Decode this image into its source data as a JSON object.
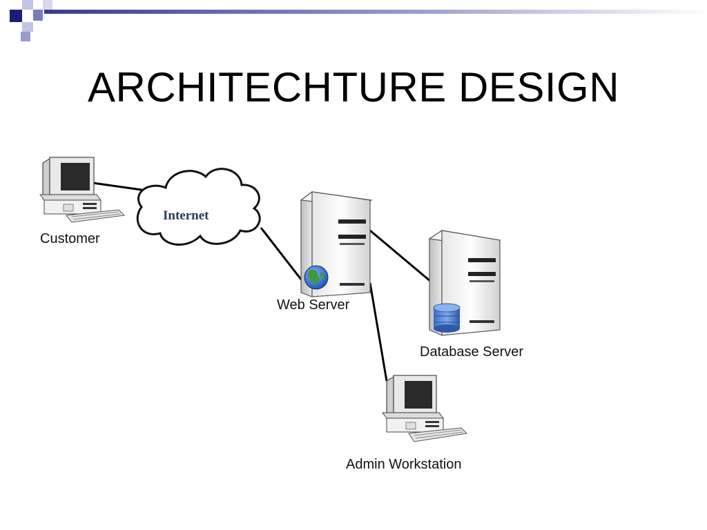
{
  "slide": {
    "title": "ARCHITECHTURE DESIGN",
    "accent_colors": {
      "dark_square": "#1b1b7a",
      "mid_square": "#7a7ac0",
      "light_square": "#c4c4e2",
      "gradient_start": "#3a3a8c",
      "gradient_end": "#ffffff"
    }
  },
  "diagram": {
    "nodes": {
      "customer": {
        "label": "Customer",
        "icon": "desktop-computer-icon"
      },
      "internet": {
        "label": "Internet",
        "icon": "cloud-icon"
      },
      "web_server": {
        "label": "Web Server",
        "icon": "server-tower-icon",
        "badge_icon": "globe-icon"
      },
      "database_server": {
        "label": "Database Server",
        "icon": "server-tower-icon",
        "badge_icon": "database-cylinder-icon"
      },
      "admin_workstation": {
        "label": "Admin Workstation",
        "icon": "desktop-computer-icon"
      }
    },
    "connections": [
      {
        "from": "Customer",
        "to": "Internet"
      },
      {
        "from": "Internet",
        "to": "Web Server"
      },
      {
        "from": "Web Server",
        "to": "Database Server"
      },
      {
        "from": "Web Server",
        "to": "Admin Workstation"
      }
    ]
  }
}
